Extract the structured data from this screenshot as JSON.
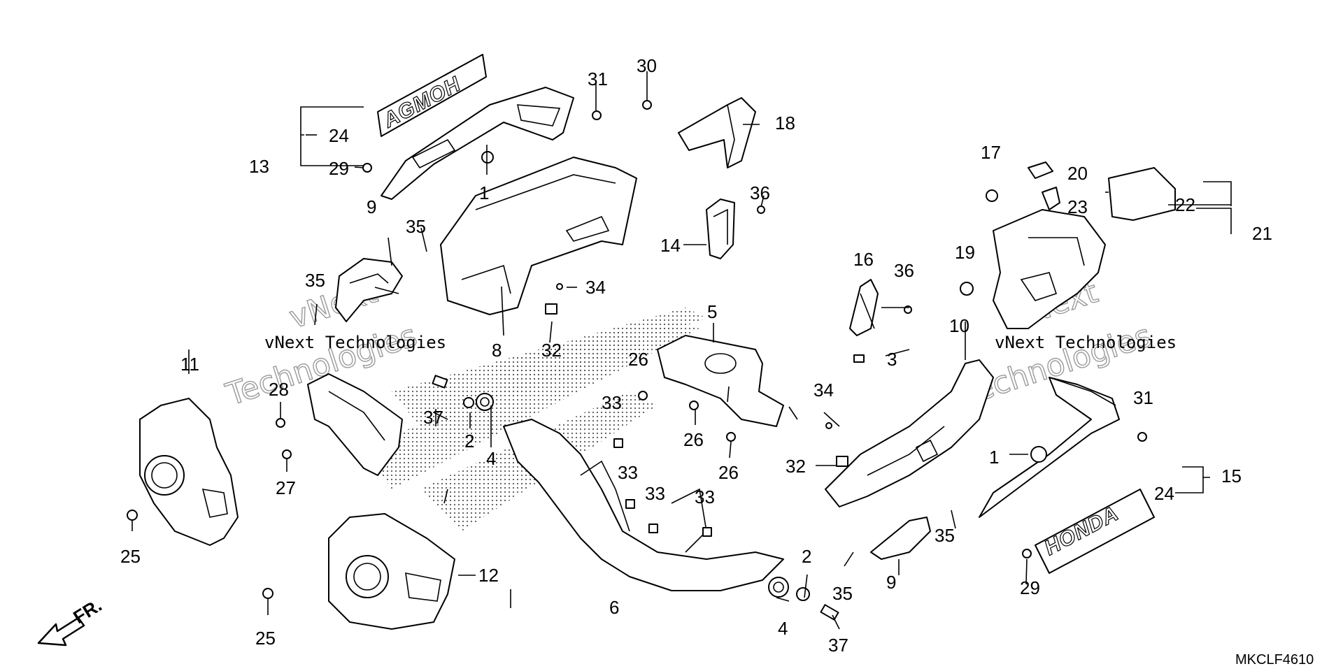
{
  "callouts": [
    "1",
    "1",
    "2",
    "2",
    "3",
    "4",
    "4",
    "5",
    "6",
    "8",
    "9",
    "9",
    "10",
    "11",
    "12",
    "13",
    "14",
    "15",
    "16",
    "17",
    "18",
    "19",
    "20",
    "21",
    "22",
    "23",
    "24",
    "24",
    "25",
    "25",
    "26",
    "26",
    "26",
    "27",
    "28",
    "29",
    "29",
    "30",
    "31",
    "31",
    "32",
    "32",
    "33",
    "33",
    "33",
    "33",
    "34",
    "34",
    "35",
    "35",
    "35",
    "35",
    "36",
    "36",
    "37",
    "37"
  ],
  "catalog_code": "MKCLF4610",
  "front_indicator": "FR.",
  "emblems": {
    "left": "AGMOH",
    "right": "HONDA"
  },
  "watermarks": {
    "left_script": "vNext",
    "left_outline": "Technologies",
    "left_mono": "vNext Technologies",
    "right_script": "vNext",
    "right_outline": "Technologies",
    "right_mono": "vNext Technologies"
  },
  "icons": [
    "front-arrow-icon"
  ]
}
